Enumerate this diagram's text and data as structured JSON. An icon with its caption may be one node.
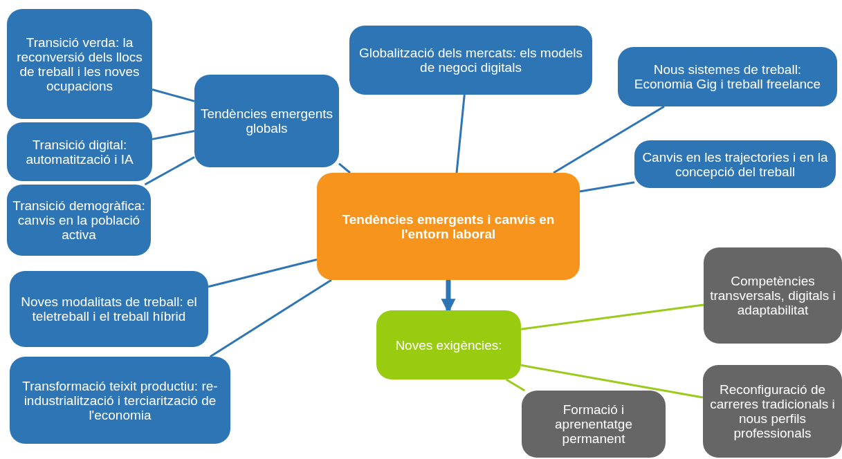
{
  "diagram": {
    "nodes": [
      {
        "text": [
          "Tendències emergents i canvis en l'entorn laboral"
        ]
      },
      {
        "text": [
          "Tendències emergents globals"
        ]
      },
      {
        "text": [
          "Transició verda: la reconversió dels llocs de treball i les noves ocupacions"
        ]
      },
      {
        "text": [
          "Transició digital: automatització i IA"
        ]
      },
      {
        "text": [
          "Transició demogràfica: canvis en la població activa"
        ]
      },
      {
        "text": [
          "Globalització dels mercats: els models de negoci digitals"
        ]
      },
      {
        "text": [
          "Nous sistemes de treball: Economia Gig i treball freelance"
        ]
      },
      {
        "text": [
          "Canvis en les trajectories i en la concepció del treball"
        ]
      },
      {
        "text": [
          "Noves modalitats de treball: el teletreball i el treball híbrid"
        ]
      },
      {
        "text": [
          "Transformació teixit productiu: re-industrialització i terciarització de l'economia"
        ]
      },
      {
        "text": [
          "Noves exigències:"
        ]
      },
      {
        "text": [
          "Competències transversals, digitals i adaptabilitat"
        ]
      },
      {
        "text": [
          "Formació i aprenentatge permanent"
        ]
      },
      {
        "text": [
          "Reconfiguració de carreres tradicionals i nous perfils professionals"
        ]
      }
    ],
    "edges": [
      {
        "from": 1,
        "to": 0,
        "arrow": "none"
      },
      {
        "from": 2,
        "to": 1,
        "arrow": "none"
      },
      {
        "from": 3,
        "to": 1,
        "arrow": "none"
      },
      {
        "from": 4,
        "to": 1,
        "arrow": "none"
      },
      {
        "from": 0,
        "to": 5,
        "arrow": "none"
      },
      {
        "from": 0,
        "to": 6,
        "arrow": "none"
      },
      {
        "from": 0,
        "to": 7,
        "arrow": "none"
      },
      {
        "from": 0,
        "to": 8,
        "arrow": "none"
      },
      {
        "from": 0,
        "to": 9,
        "arrow": "none"
      },
      {
        "from": 0,
        "to": 10,
        "arrow": "to",
        "style": "thick"
      },
      {
        "from": 10,
        "to": 11,
        "arrow": "none",
        "color": "#9bcb1a"
      },
      {
        "from": 10,
        "to": 13,
        "arrow": "none",
        "color": "#9bcb1a"
      },
      {
        "from": 10,
        "to": 12,
        "arrow": "none",
        "color": "#9bcb1a"
      }
    ]
  }
}
